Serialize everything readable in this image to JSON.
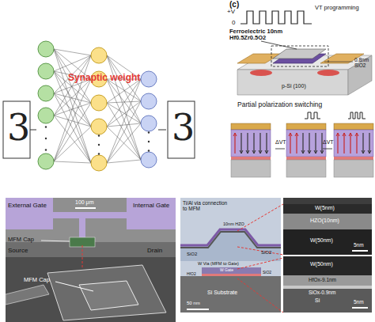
{
  "diagram": {
    "labels": [
      "Synaptic weight",
      "3",
      "3",
      "(c)",
      "+V",
      "0",
      "VT programming",
      "Ferroelectric 10nm Hf0.5Zr0.5O2",
      "0.8nm SiO2",
      "p-Si (100)",
      "Partial polarization switching",
      "ΔVT",
      "ΔVT",
      "External Gate",
      "Internal Gate",
      "100 μm",
      "MFM Cap",
      "Source",
      "Drain",
      "MFM Cap",
      "Ti/Al via connection to MFM",
      "10nm HZO",
      "SiO2",
      "SiO2",
      "W Via (MFM to Gate)",
      "W Gate",
      "HfO2",
      "SiO2",
      "Si Substrate",
      "50 nm",
      "W(5nm)",
      "HZO(10nm)",
      "W(50nm)",
      "5nm",
      "W(50nm)",
      "HfOx-9.1nm",
      "SiOx-0.9nm",
      "Si",
      "5nm"
    ]
  }
}
